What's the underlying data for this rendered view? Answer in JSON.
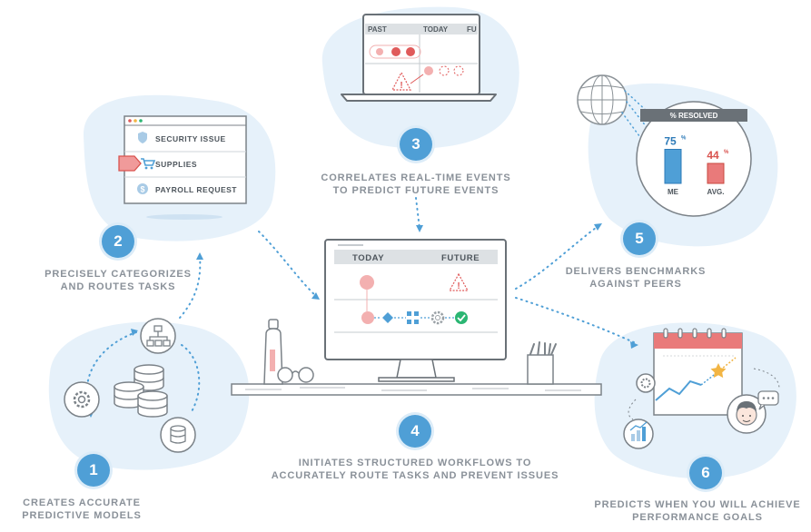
{
  "steps": [
    {
      "number": "1",
      "line1": "CREATES ACCURATE",
      "line2": "PREDICTIVE MODELS"
    },
    {
      "number": "2",
      "line1": "PRECISELY CATEGORIZES",
      "line2": "AND ROUTES TASKS"
    },
    {
      "number": "3",
      "line1": "CORRELATES REAL-TIME EVENTS",
      "line2": "TO PREDICT FUTURE EVENTS"
    },
    {
      "number": "4",
      "line1": "INITIATES STRUCTURED WORKFLOWS TO",
      "line2": "ACCURATELY ROUTE TASKS AND PREVENT ISSUES"
    },
    {
      "number": "5",
      "line1": "DELIVERS BENCHMARKS",
      "line2": "AGAINST PEERS"
    },
    {
      "number": "6",
      "line1": "PREDICTS WHEN YOU WILL ACHIEVE",
      "line2": "PERFORMANCE GOALS"
    }
  ],
  "categories": {
    "items": [
      "SECURITY ISSUE",
      "SUPPLIES",
      "PAYROLL REQUEST"
    ],
    "selected": "SUPPLIES"
  },
  "laptop": {
    "past": "PAST",
    "today": "TODAY",
    "future": "FU"
  },
  "monitor": {
    "today": "TODAY",
    "future": "FUTURE"
  },
  "benchmark": {
    "title": "% RESOLVED",
    "me": {
      "label": "ME",
      "value": 75
    },
    "avg": {
      "label": "AVG.",
      "value": 44
    },
    "unit": "%"
  },
  "colors": {
    "accent_blue": "#4f9fd6",
    "alert_red": "#e05a5a",
    "blob": "#e6f1fa",
    "ok_green": "#2bb673"
  },
  "icons": [
    "gear-icon",
    "database-icon",
    "hierarchy-icon",
    "globe-icon",
    "chart-icon",
    "avatar-icon",
    "chat-bubble-icon",
    "star-icon",
    "alert-icon",
    "check-icon",
    "shield-icon",
    "cart-icon",
    "dollar-icon",
    "water-bottle-icon",
    "glasses-icon",
    "pencil-cup-icon",
    "calendar-icon"
  ]
}
